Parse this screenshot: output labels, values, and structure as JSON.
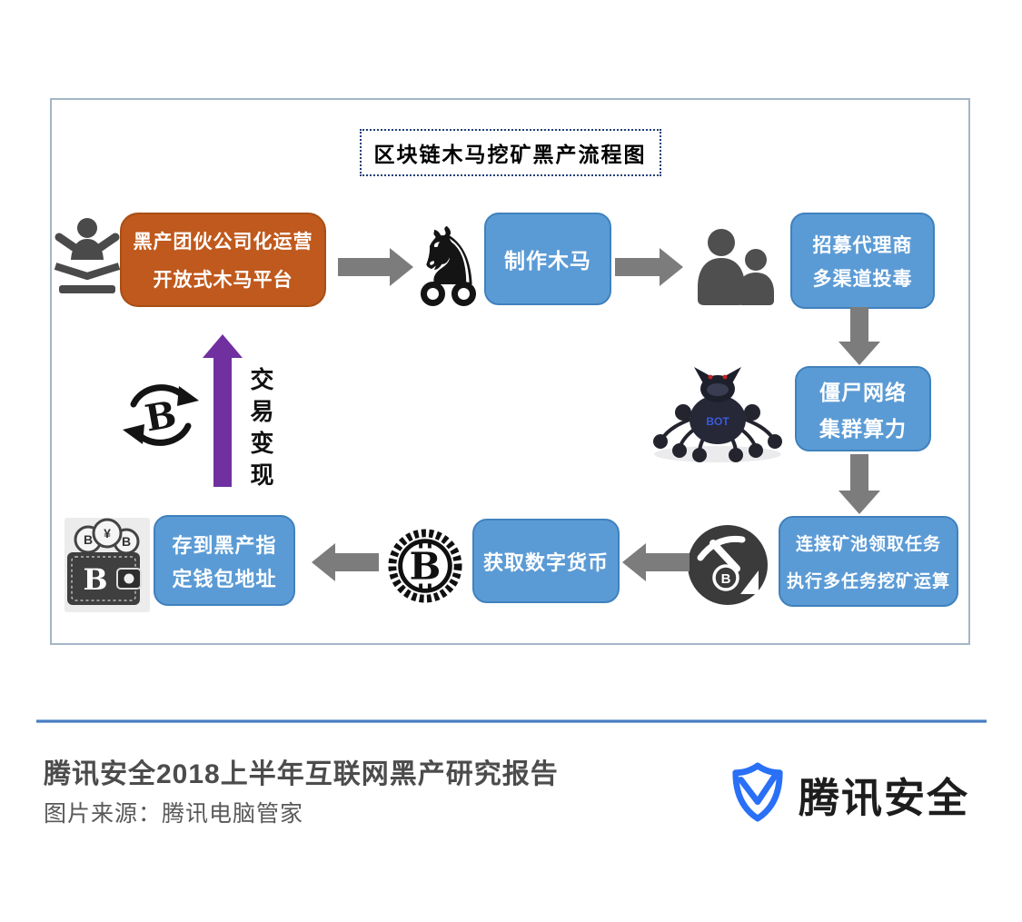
{
  "diagram": {
    "title": "区块链木马挖矿黑产流程图",
    "nodes": [
      {
        "id": "platform",
        "lines": [
          "黑产团伙公司化运营",
          "开放式木马平台"
        ]
      },
      {
        "id": "make-trojan",
        "lines": [
          "制作木马"
        ]
      },
      {
        "id": "recruit-agents",
        "lines": [
          "招募代理商",
          "多渠道投毒"
        ]
      },
      {
        "id": "botnet",
        "lines": [
          "僵尸网络",
          "集群算力"
        ]
      },
      {
        "id": "mining-pool",
        "lines": [
          "连接矿池领取任务",
          "执行多任务挖矿运算"
        ]
      },
      {
        "id": "get-currency",
        "lines": [
          "获取数字货币"
        ]
      },
      {
        "id": "wallet-address",
        "lines": [
          "存到黑产指",
          "定钱包地址"
        ]
      }
    ],
    "cash_out_label": "交易变现",
    "icons": {
      "operator": "operator-at-desk-icon",
      "trojan_horse_glyph": "♞",
      "agents": "two-people-icon",
      "bot_label": "BOT",
      "mining_coin_letter": "B",
      "bitcoin_letter": "B",
      "exchange_letter": "B",
      "wallet_letter": "B",
      "wallet_coins": [
        "B",
        "¥",
        "B"
      ]
    },
    "colors": {
      "platform_fill": "#c0591d",
      "node_fill": "#5b9bd5",
      "arrow_gray": "#7c7c7c",
      "cash_out_arrow": "#7030a0",
      "panel_border": "#a4b6c6"
    }
  },
  "footer": {
    "report_title": "腾讯安全2018上半年互联网黑产研究报告",
    "source": "图片来源：腾讯电脑管家",
    "brand_name": "腾讯安全",
    "brand_color": "#2970f6"
  }
}
